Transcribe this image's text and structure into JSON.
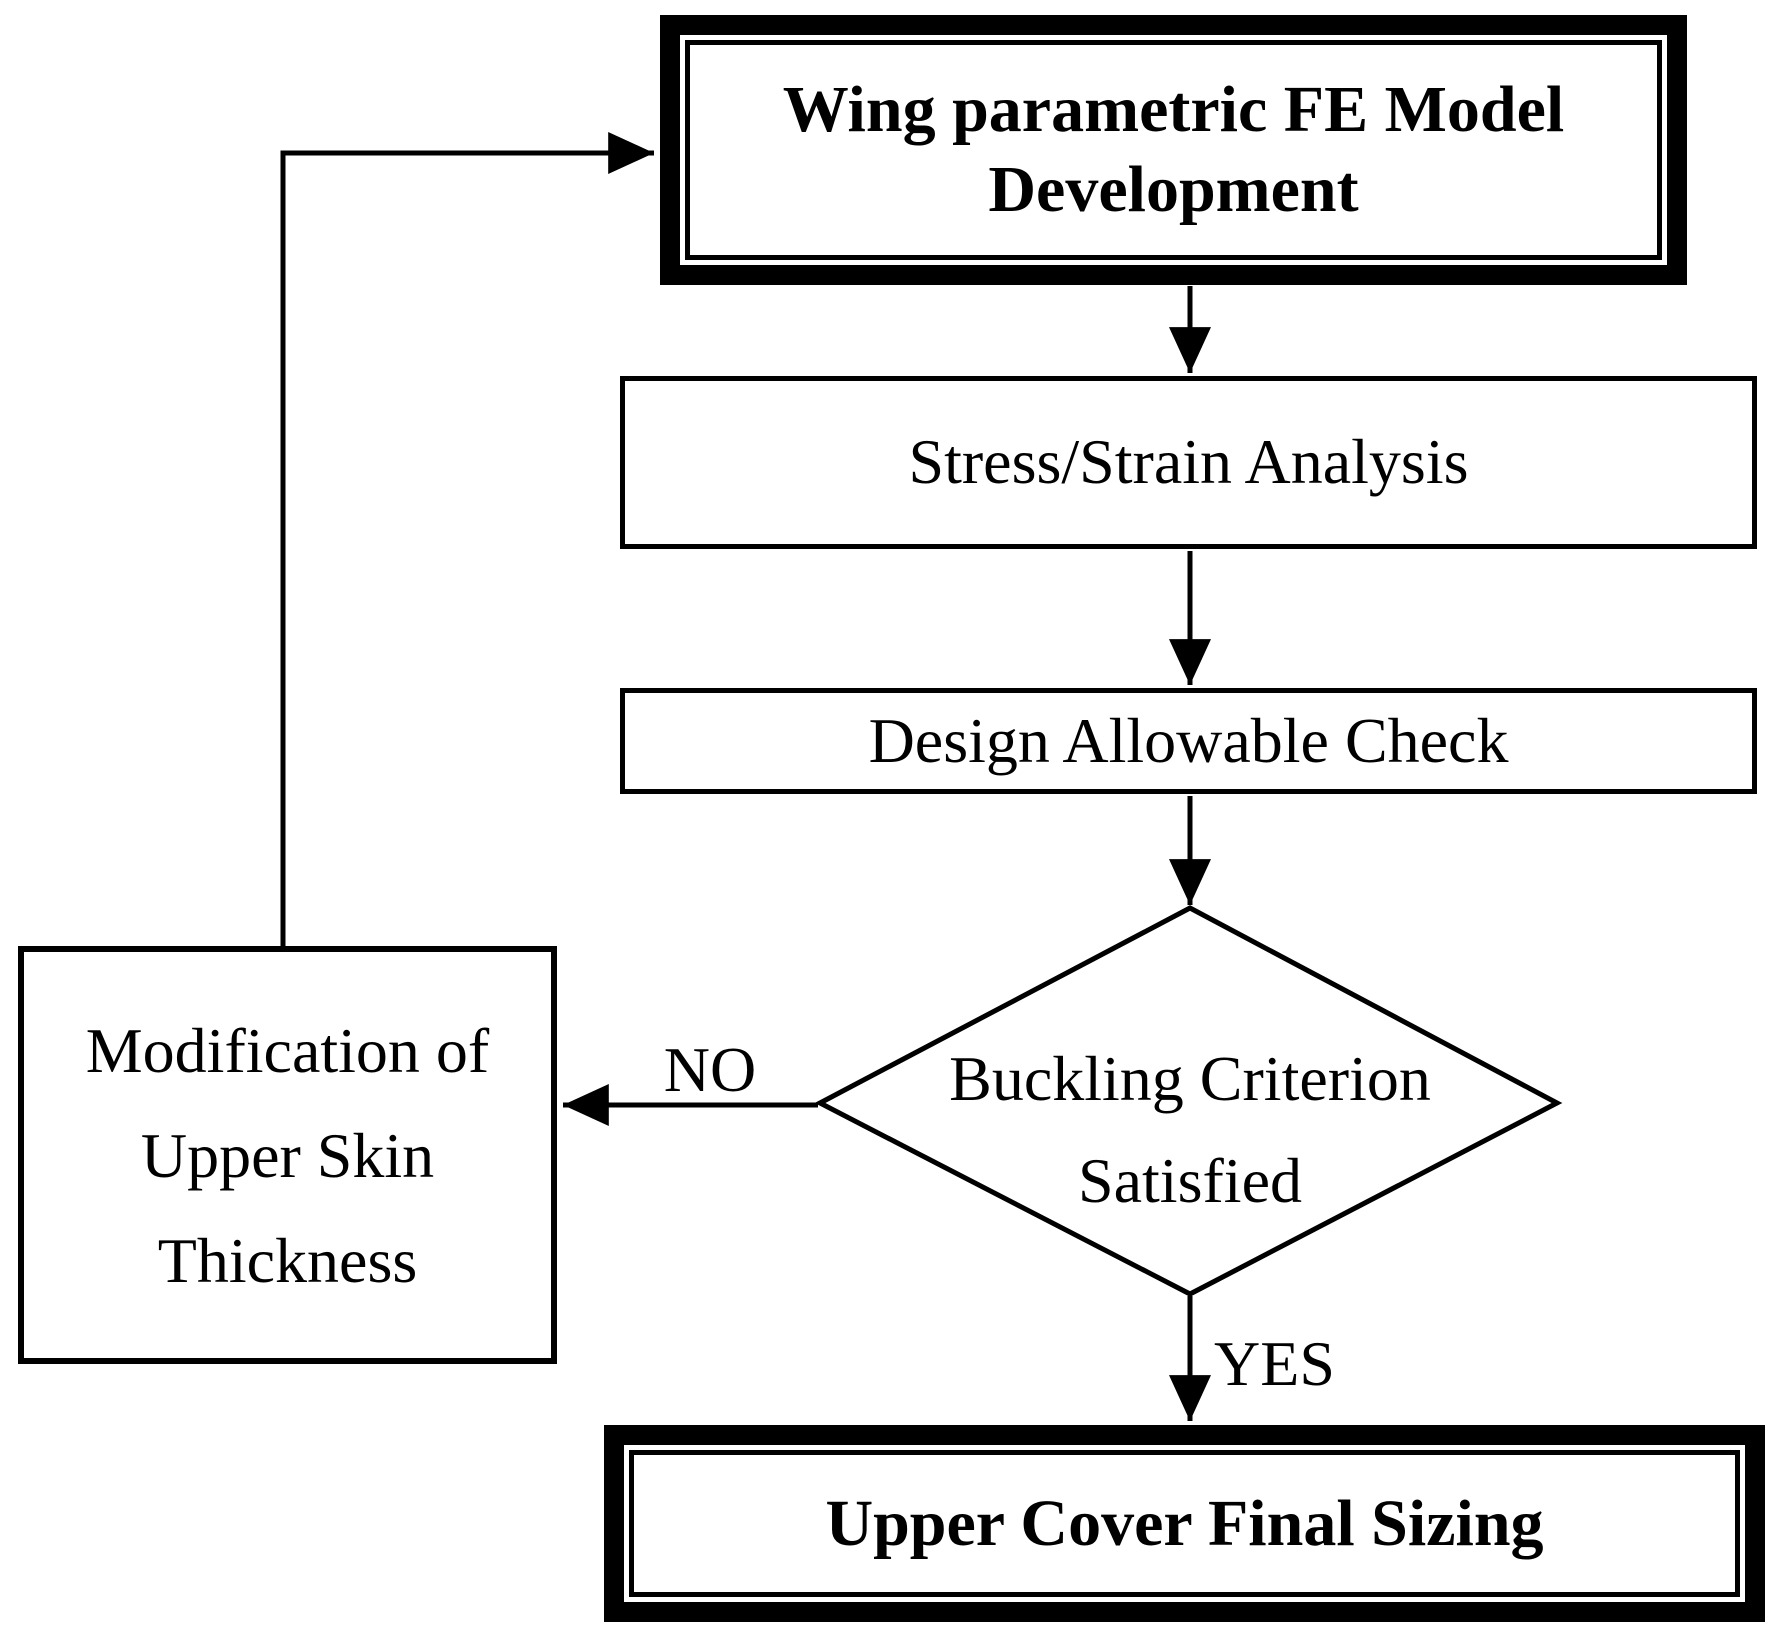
{
  "flowchart": {
    "top_box": {
      "lines": [
        "Wing parametric FE Model",
        "Development"
      ]
    },
    "stress_box": {
      "label": "Stress/Strain Analysis"
    },
    "design_box": {
      "label": "Design Allowable Check"
    },
    "decision_diamond": {
      "lines": [
        "Buckling Criterion",
        "Satisfied"
      ]
    },
    "modification_box": {
      "lines": [
        "Modification of",
        "Upper Skin",
        "Thickness"
      ]
    },
    "final_box": {
      "label": "Upper Cover Final Sizing"
    },
    "edge_labels": {
      "no": "NO",
      "yes": "YES"
    },
    "colors": {
      "line": "#000000",
      "background": "#ffffff",
      "box_fill": "#ffffff",
      "text": "#000000"
    }
  }
}
